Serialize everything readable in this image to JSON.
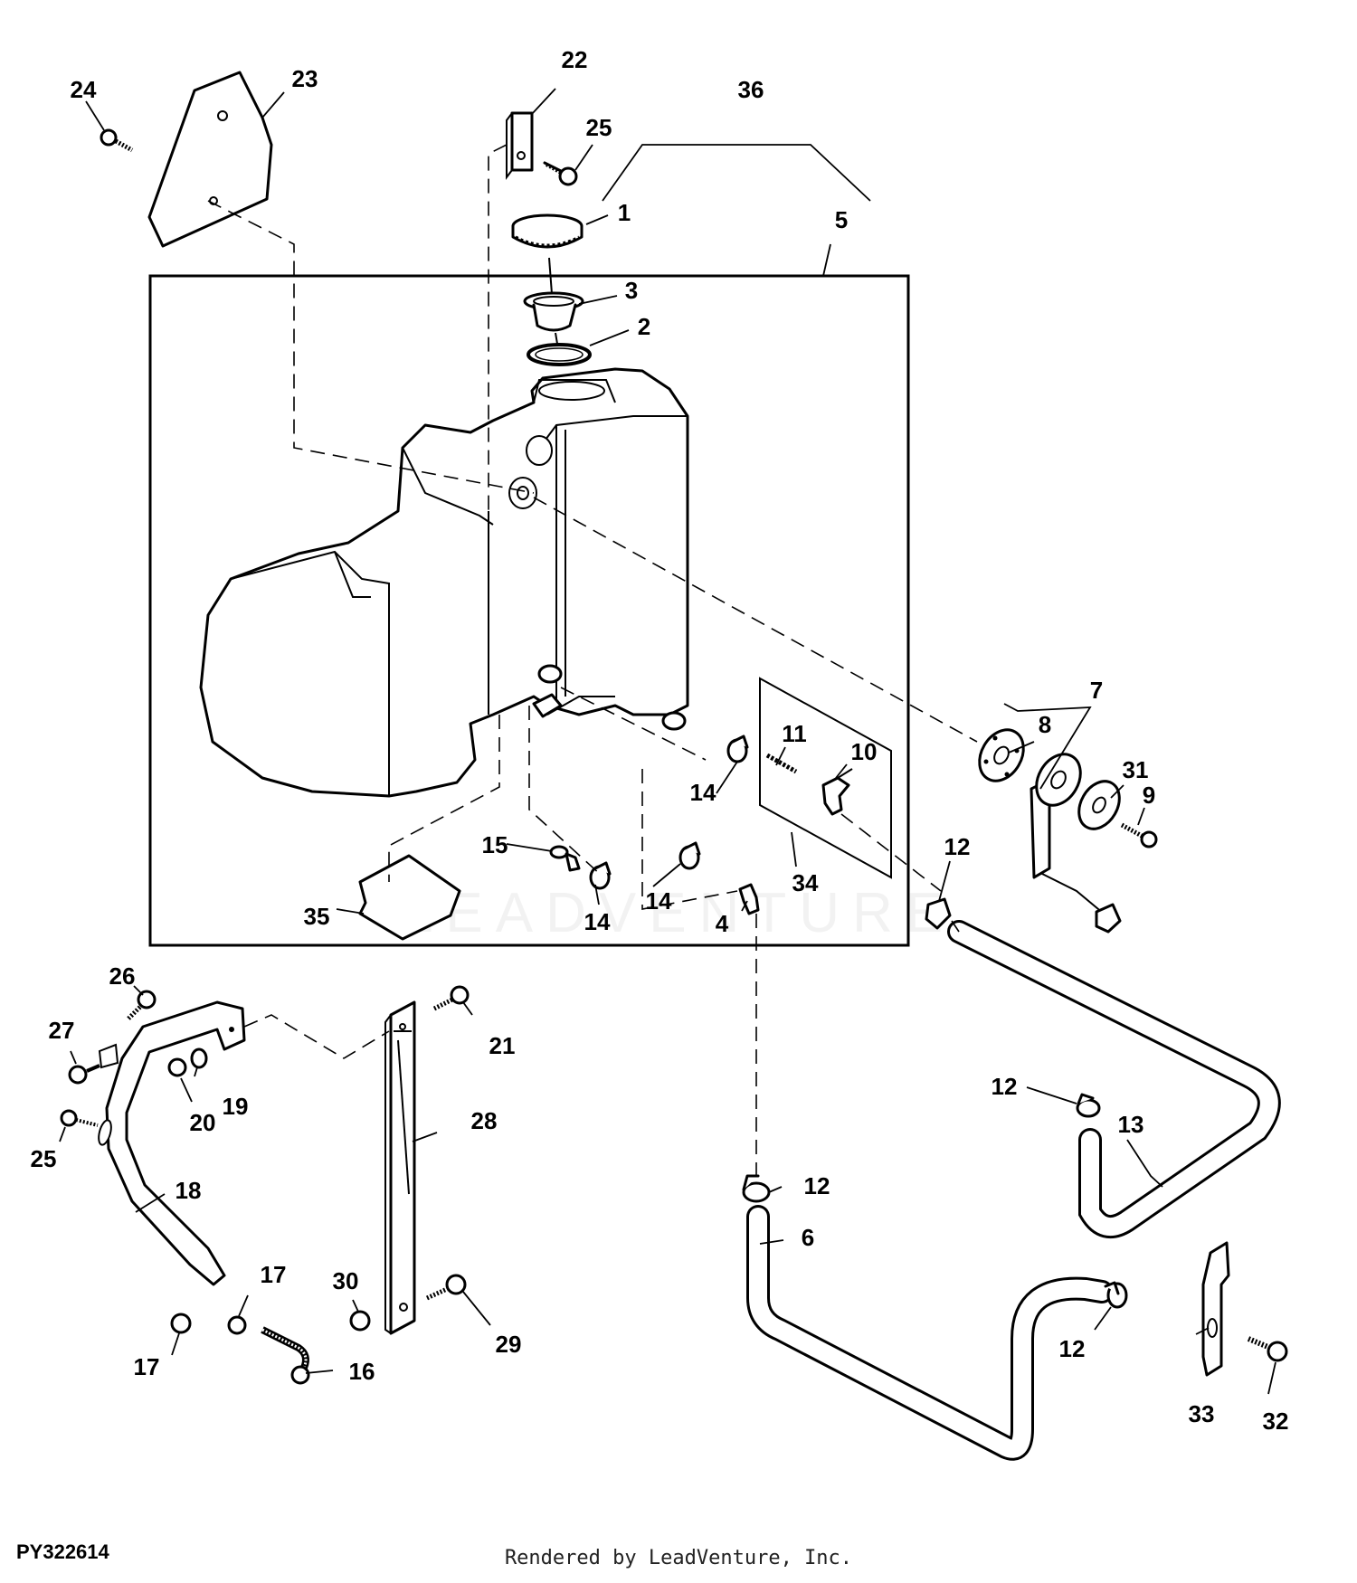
{
  "diagram": {
    "reference_code": "PY322614",
    "credit": "Rendered by LeadVenture, Inc.",
    "watermark": "LEADVENTURE",
    "callouts": [
      "1",
      "2",
      "3",
      "4",
      "5",
      "6",
      "7",
      "8",
      "9",
      "10",
      "11",
      "12",
      "13",
      "14",
      "15",
      "16",
      "17",
      "18",
      "19",
      "20",
      "21",
      "22",
      "23",
      "24",
      "25",
      "26",
      "27",
      "28",
      "29",
      "30",
      "31",
      "32",
      "33",
      "34",
      "35",
      "36"
    ]
  }
}
